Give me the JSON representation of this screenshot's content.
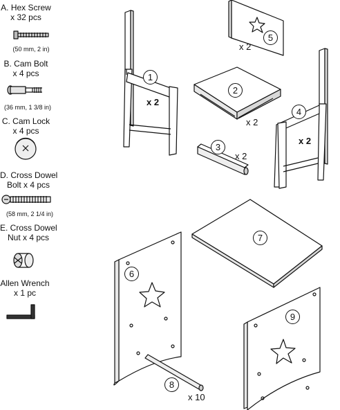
{
  "hardware": [
    {
      "line1": "A. Hex Screw",
      "line2": "x 32 pcs",
      "dim": "(50 mm, 2 in)"
    },
    {
      "line1": "B. Cam Bolt",
      "line2": "x 4 pcs",
      "dim": "(36 mm, 1 3/8 in)"
    },
    {
      "line1": "C. Cam Lock",
      "line2": "x 4 pcs",
      "dim": ""
    },
    {
      "line1": "D. Cross Dowel",
      "line2": "Bolt x 4 pcs",
      "dim": "(58 mm, 2 1/4 in)"
    },
    {
      "line1": "E. Cross Dowel",
      "line2": "Nut x 4 pcs",
      "dim": ""
    },
    {
      "line1": "Allen Wrench",
      "line2": "x 1 pc",
      "dim": ""
    }
  ],
  "parts": [
    {
      "number": "1",
      "qty": "x 2"
    },
    {
      "number": "2",
      "qty": "x 2"
    },
    {
      "number": "3",
      "qty": "x 2"
    },
    {
      "number": "4",
      "qty": "x 2"
    },
    {
      "number": "5",
      "qty": "x 2"
    },
    {
      "number": "6",
      "qty": ""
    },
    {
      "number": "7",
      "qty": ""
    },
    {
      "number": "8",
      "qty": "x 10"
    },
    {
      "number": "9",
      "qty": ""
    }
  ]
}
